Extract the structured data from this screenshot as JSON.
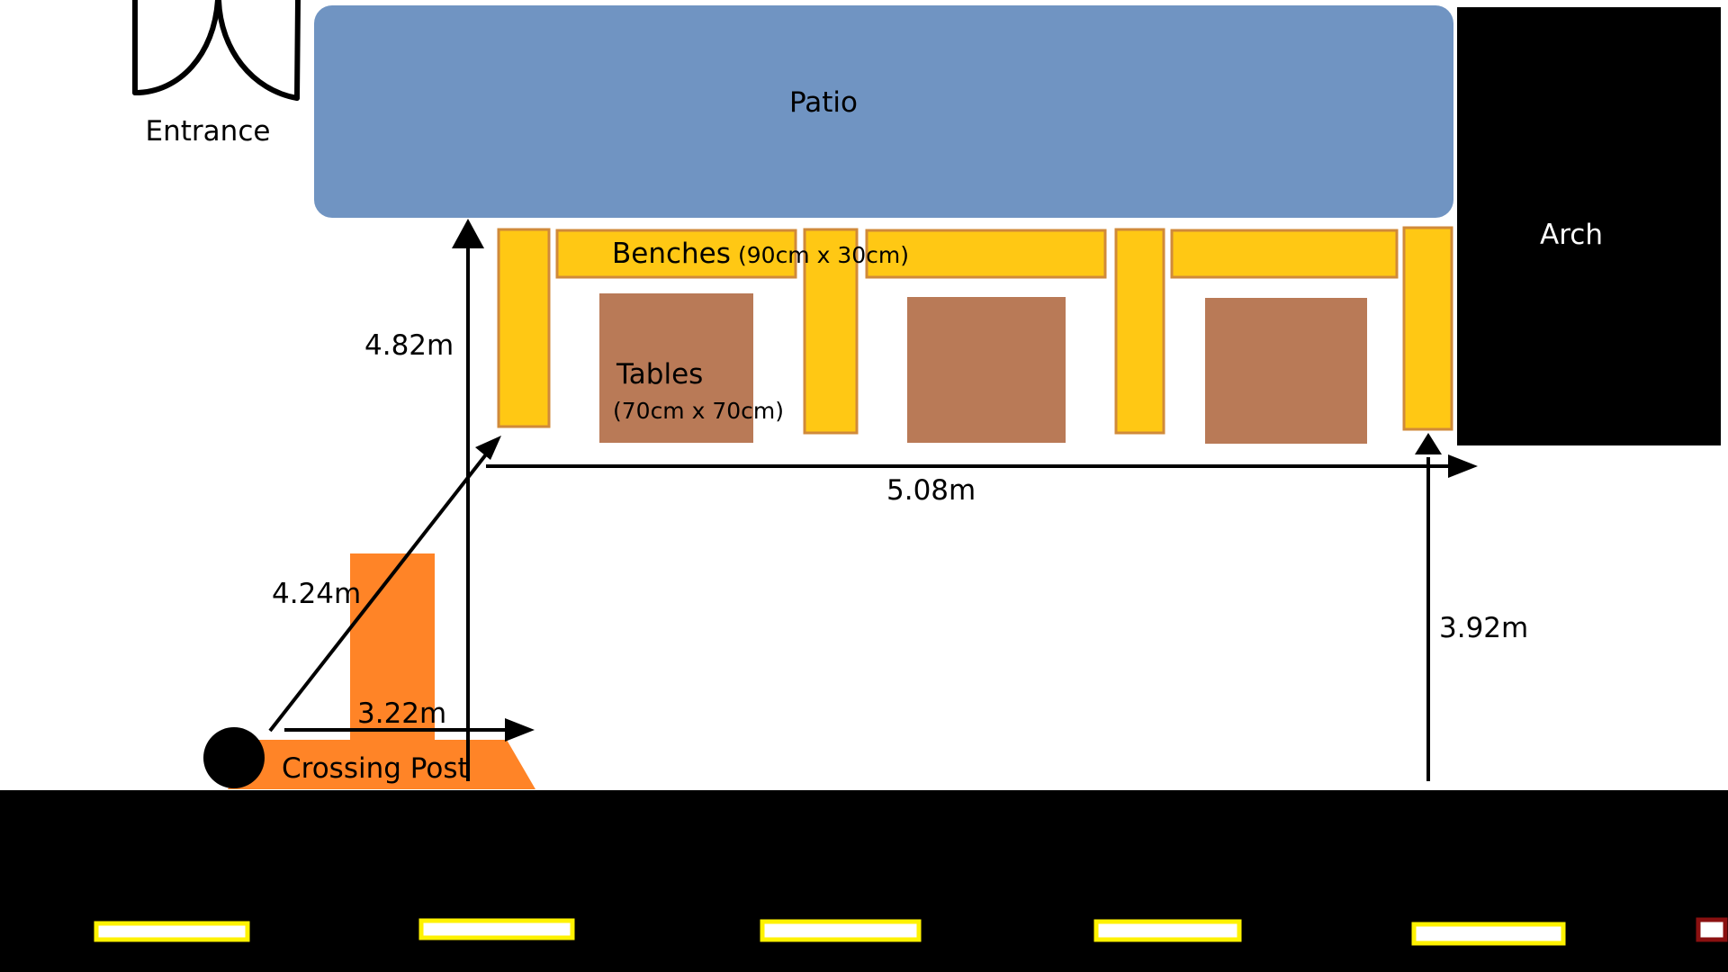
{
  "labels": {
    "entrance": "Entrance",
    "patio": "Patio",
    "arch": "Arch",
    "benches": "Benches",
    "benches_size": "(90cm x 30cm)",
    "tables": "Tables",
    "tables_size": "(70cm x 70cm)",
    "crossing_post": "Crossing Post"
  },
  "measurements": {
    "vertical_left": "4.82m",
    "horizontal_top": "5.08m",
    "diagonal": "4.24m",
    "horizontal_post": "3.22m",
    "vertical_right": "3.92m"
  },
  "colors": {
    "patio": "#7094C2",
    "bench": "#FFC814",
    "bench_border": "#D08A3A",
    "table": "#B97A57",
    "crossing_post": "#FF8427",
    "road": "#000000",
    "road_marking": "#FFFFFF",
    "road_marking_border": "#FFF200",
    "arch": "#000000",
    "arrow": "#000000"
  }
}
